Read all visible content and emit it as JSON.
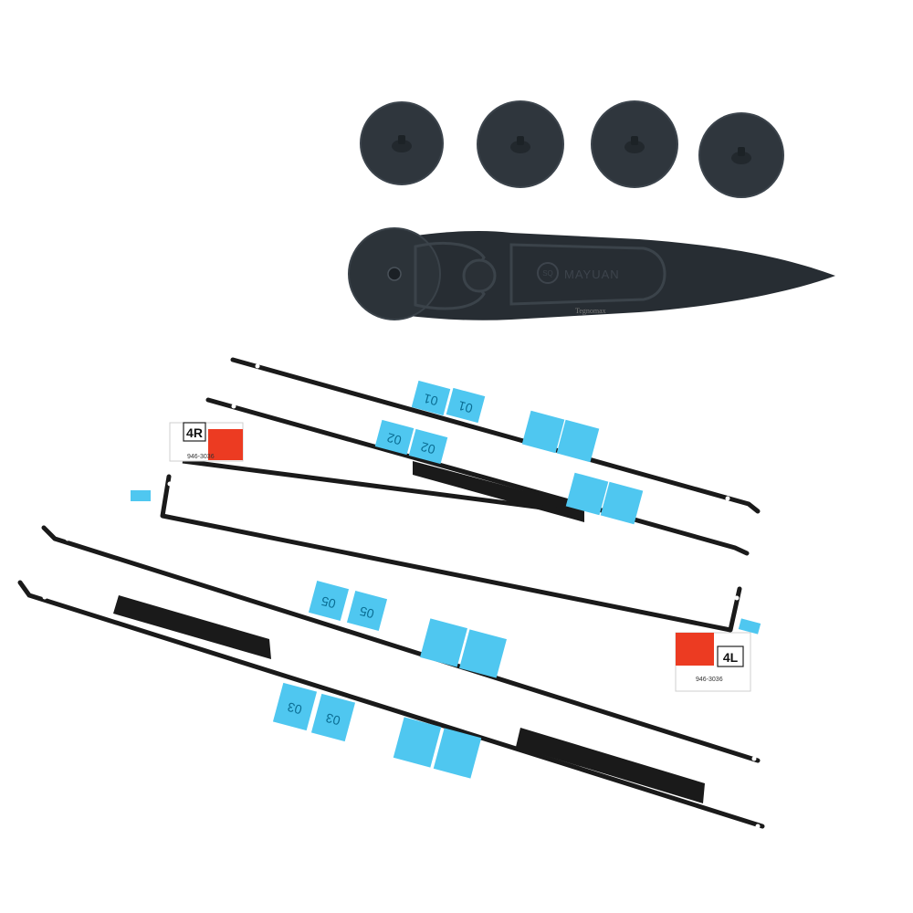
{
  "tool": {
    "brand": "MAYUAN",
    "logo": "SQ"
  },
  "watermark": "Tegnomax",
  "labels": {
    "left": {
      "code": "4R",
      "part_no": "946-3036"
    },
    "right": {
      "code": "4L",
      "part_no": "946-3036"
    }
  },
  "tabs": {
    "t01": "01",
    "t02": "02",
    "t05": "05",
    "t03": "03"
  },
  "colors": {
    "tape": "#1a1a1a",
    "tab": "#4fc7f0",
    "label_red": "#ec3b22",
    "suction_cup": "#2f363d",
    "opening_tool": "#272d33"
  }
}
